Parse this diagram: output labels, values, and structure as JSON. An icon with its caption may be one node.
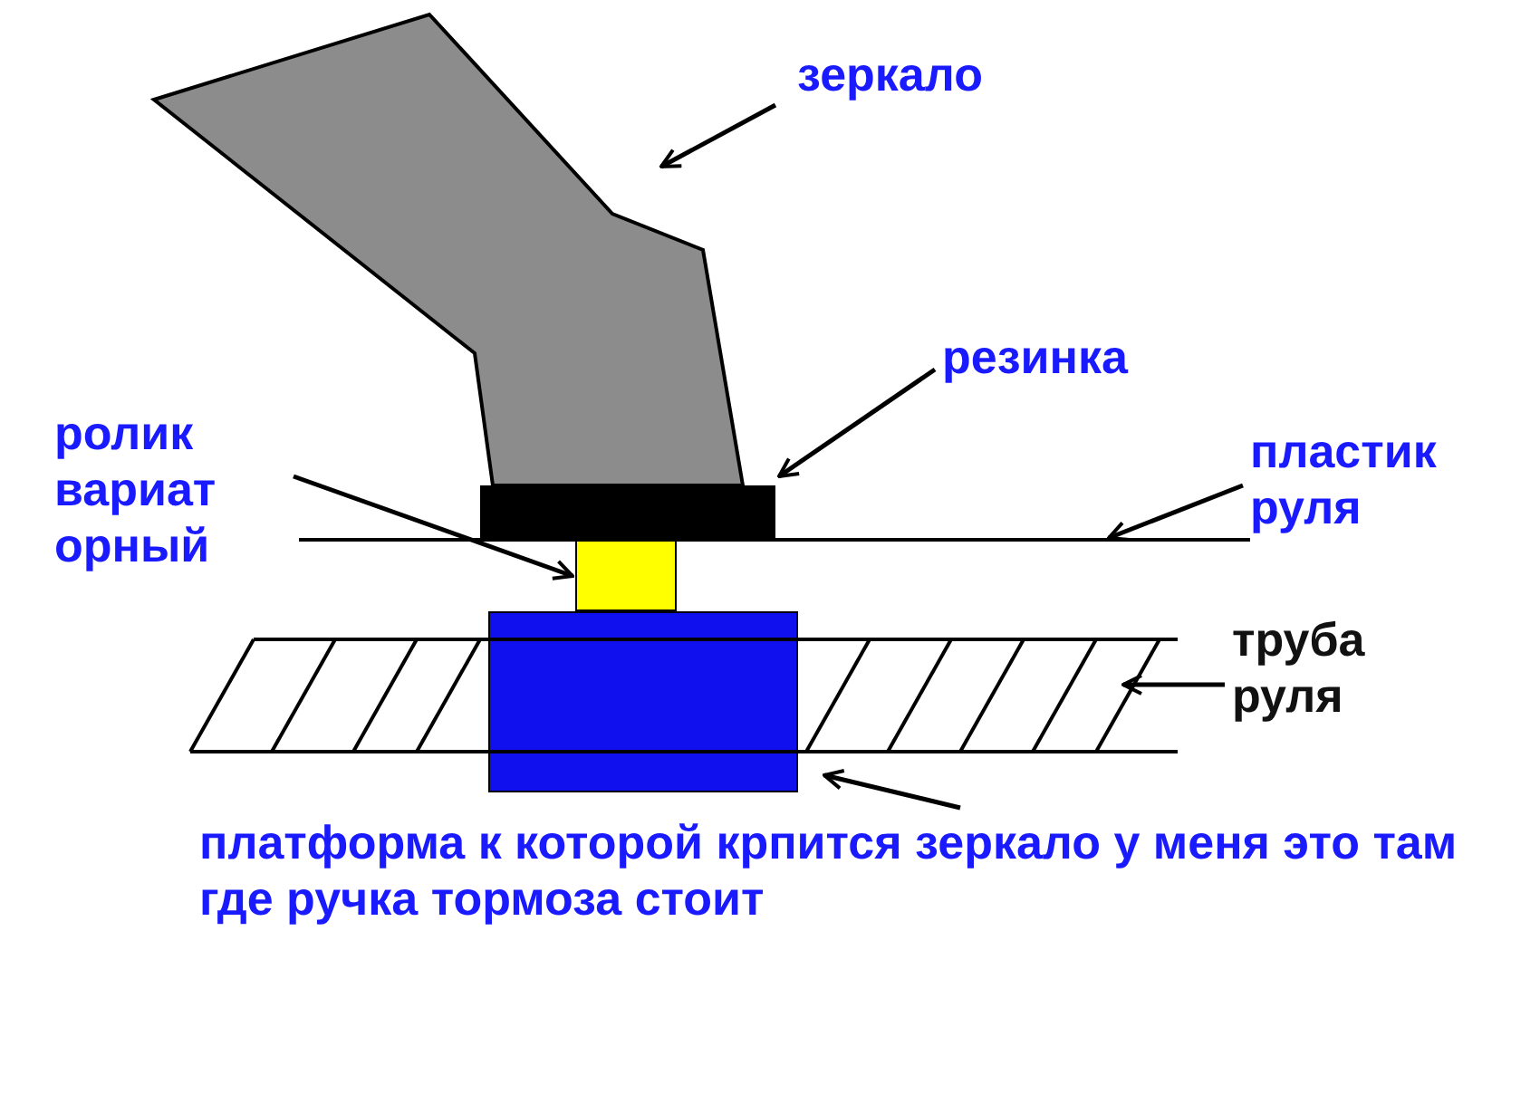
{
  "diagram": {
    "nodes": [
      {
        "text": [
          "зеркало"
        ]
      },
      {
        "text": [],
        "shape": "polygon"
      },
      {
        "text": [
          "резинка"
        ]
      },
      {
        "text": [],
        "shape": "bar"
      },
      {
        "text": [
          "ролик вариат орный"
        ]
      },
      {
        "text": [],
        "shape": "box"
      },
      {
        "text": [
          "пластик руля"
        ]
      },
      {
        "text": [],
        "shape": "line"
      },
      {
        "text": [
          "труба руля"
        ]
      },
      {
        "text": [],
        "shape": "band"
      },
      {
        "text": [
          "платформа к которой крпится зеркало у меня это там где ручка тормоза стоит"
        ]
      },
      {
        "text": [],
        "shape": "box"
      }
    ],
    "edges": [
      {
        "from": 0,
        "to": 1,
        "arrow": "to"
      },
      {
        "from": 2,
        "to": 3,
        "arrow": "to"
      },
      {
        "from": 4,
        "to": 5,
        "arrow": "to"
      },
      {
        "from": 6,
        "to": 7,
        "arrow": "to"
      },
      {
        "from": 8,
        "to": 9,
        "arrow": "to"
      },
      {
        "from": 10,
        "to": 11,
        "arrow": "to"
      }
    ]
  }
}
